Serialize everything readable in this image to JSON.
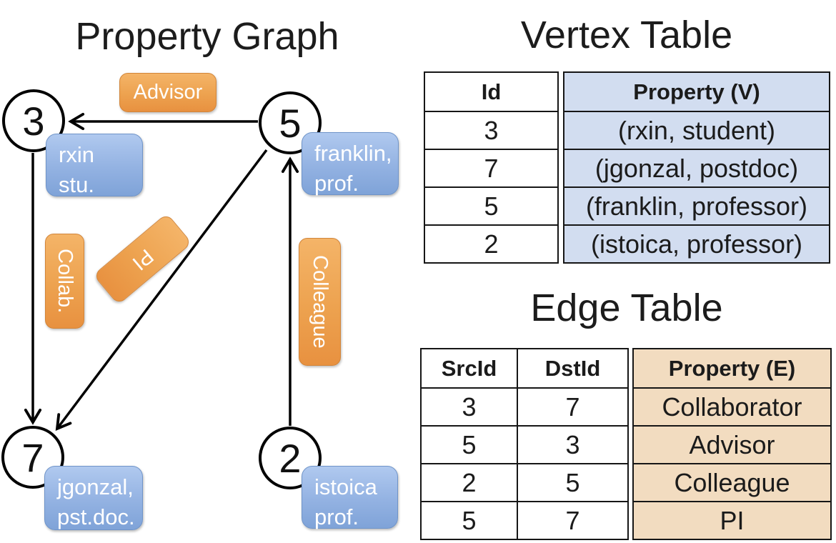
{
  "colors": {
    "edge_label_fill_top": "#f4b468",
    "edge_label_fill_bottom": "#e89140",
    "edge_label_border": "#d2853a",
    "vertex_label_fill_top": "#b0c9ef",
    "vertex_label_fill_bottom": "#7fa3d8",
    "vertex_label_border": "#6f94c9",
    "vertex_table_fill": "#d2ddf0",
    "edge_table_fill": "#f2dcc0",
    "line_color": "#000000"
  },
  "graph": {
    "title": "Property Graph",
    "nodes": [
      {
        "id": "3",
        "property_line1": "rxin",
        "property_line2": "stu."
      },
      {
        "id": "5",
        "property_line1": "franklin,",
        "property_line2": "prof."
      },
      {
        "id": "7",
        "property_line1": "jgonzal,",
        "property_line2": "pst.doc."
      },
      {
        "id": "2",
        "property_line1": "istoica",
        "property_line2": "prof."
      }
    ],
    "edges": [
      {
        "label": "Advisor",
        "from": "5",
        "to": "3"
      },
      {
        "label": "Collab.",
        "from": "3",
        "to": "7"
      },
      {
        "label": "PI",
        "from": "5",
        "to": "7"
      },
      {
        "label": "Colleague",
        "from": "2",
        "to": "5"
      }
    ]
  },
  "vertex_table": {
    "title": "Vertex Table",
    "columns": {
      "id": "Id",
      "property": "Property (V)"
    },
    "rows": [
      {
        "id": "3",
        "property": "(rxin, student)"
      },
      {
        "id": "7",
        "property": "(jgonzal, postdoc)"
      },
      {
        "id": "5",
        "property": "(franklin, professor)"
      },
      {
        "id": "2",
        "property": "(istoica, professor)"
      }
    ]
  },
  "edge_table": {
    "title": "Edge Table",
    "columns": {
      "src": "SrcId",
      "dst": "DstId",
      "property": "Property (E)"
    },
    "rows": [
      {
        "src": "3",
        "dst": "7",
        "property": "Collaborator"
      },
      {
        "src": "5",
        "dst": "3",
        "property": "Advisor"
      },
      {
        "src": "2",
        "dst": "5",
        "property": "Colleague"
      },
      {
        "src": "5",
        "dst": "7",
        "property": "PI"
      }
    ]
  }
}
